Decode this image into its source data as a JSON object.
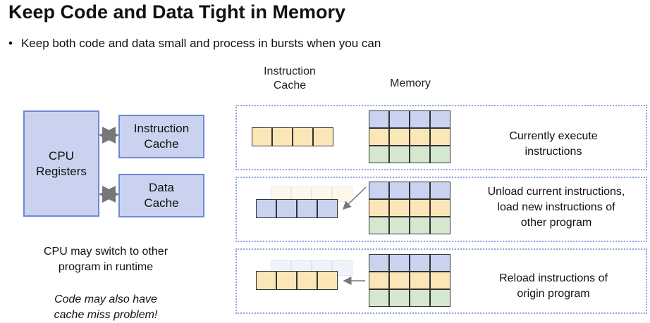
{
  "slide": {
    "title": "Keep Code and Data Tight in Memory",
    "bullet": "Keep both code and data small and process in bursts when you can"
  },
  "left": {
    "cpu_line1": "CPU",
    "cpu_line2": "Registers",
    "icache_line1": "Instruction",
    "icache_line2": "Cache",
    "dcache_line1": "Data",
    "dcache_line2": "Cache",
    "note1_line1": "CPU may switch to other",
    "note1_line2": "program in runtime",
    "note2_line1": "Code may also have",
    "note2_line2": "cache miss problem!"
  },
  "headers": {
    "icache_line1": "Instruction",
    "icache_line2": "Cache",
    "memory": "Memory"
  },
  "rows": [
    {
      "desc_lines": [
        "Currently execute",
        "instructions"
      ]
    },
    {
      "desc_lines": [
        "Unload current instructions,",
        "load new instructions of",
        "other program"
      ]
    },
    {
      "desc_lines": [
        "Reload instructions of",
        "origin program"
      ]
    }
  ],
  "colors": {
    "blue_fill": "#c9d3f0",
    "blue_border": "#6f88d6",
    "yellow_fill": "#fbe6b8",
    "green_fill": "#d5e7cf",
    "panel_border": "#8aa4dc"
  }
}
